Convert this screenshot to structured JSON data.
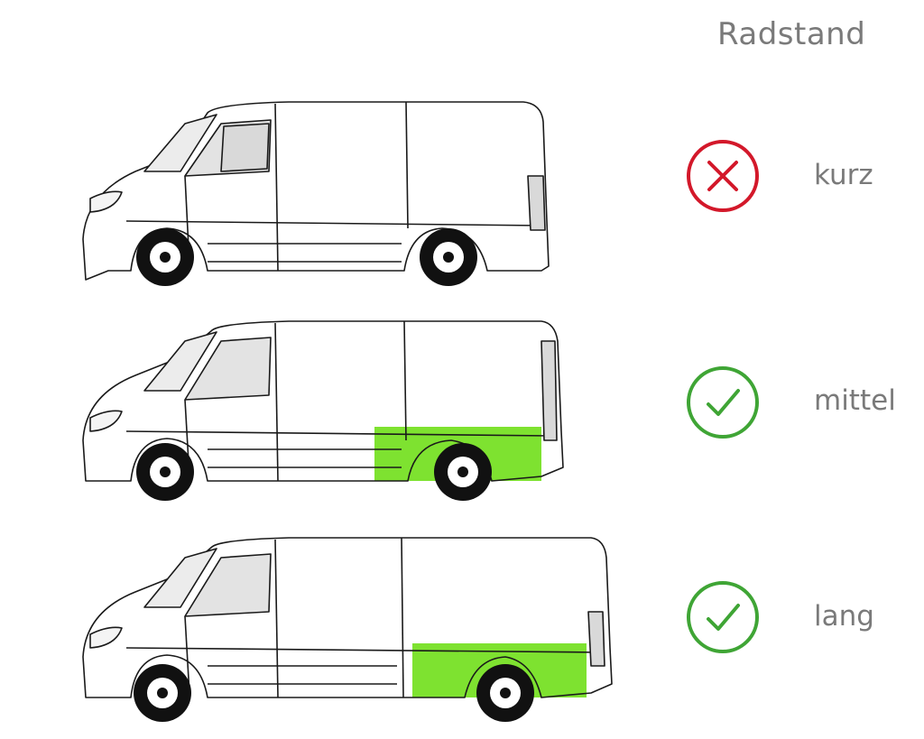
{
  "title": "Radstand",
  "colors": {
    "no": "#d3182a",
    "yes": "#3fa535",
    "highlight": "#7ee230",
    "label": "#7a7a7a"
  },
  "rows": [
    {
      "label": "kurz",
      "status": "no",
      "icon": "cross-circle-icon",
      "highlighted": false
    },
    {
      "label": "mittel",
      "status": "yes",
      "icon": "check-circle-icon",
      "highlighted": true
    },
    {
      "label": "lang",
      "status": "yes",
      "icon": "check-circle-icon",
      "highlighted": true
    }
  ]
}
